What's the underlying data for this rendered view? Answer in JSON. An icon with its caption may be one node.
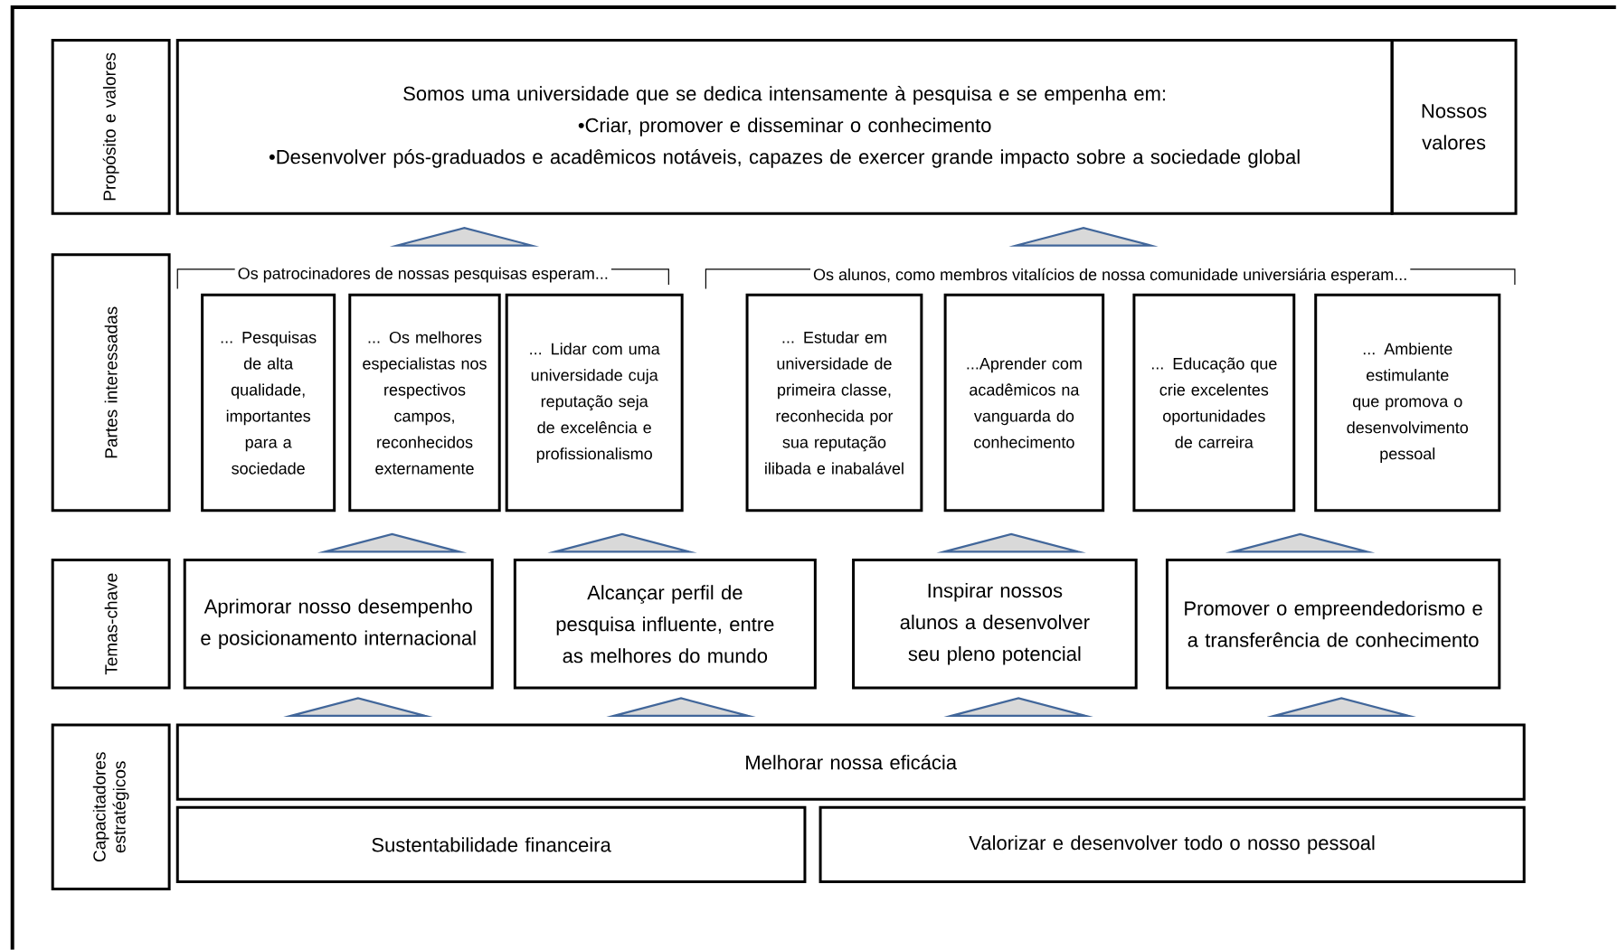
{
  "diagram": {
    "nodes": [
      {
        "text": [
          "Propósito e valores"
        ]
      },
      {
        "text": [
          "Somos uma universidade que se dedica intensamente à pesquisa e se empenha em:",
          "•Criar, promover e disseminar o conhecimento",
          "•Desenvolver pós-graduados e acadêmicos notáveis, capazes de exercer grande impacto sobre a sociedade global"
        ]
      },
      {
        "text": [
          "Nossos valores"
        ]
      },
      {
        "text": [
          "Partes interessadas"
        ]
      },
      {
        "text": [
          "Os patrocinadores de nossas pesquisas esperam..."
        ]
      },
      {
        "text": [
          "... Pesquisas de alta qualidade, importantes para a sociedade"
        ]
      },
      {
        "text": [
          "... Os melhores especialistas nos respectivos campos, reconhecidos externamente"
        ]
      },
      {
        "text": [
          "... Lidar com uma universidade cuja reputação seja de excelência e profissionalismo"
        ]
      },
      {
        "text": [
          "Os alunos, como membros vitalícios de nossa comunidade universiária esperam..."
        ]
      },
      {
        "text": [
          "... Estudar em universidade de primeira classe, reconhecida por sua reputação ilibada e inabalável"
        ]
      },
      {
        "text": [
          "...Aprender com acadêmicos na vanguarda do conhecimento"
        ]
      },
      {
        "text": [
          "... Educação que crie excelentes oportunidades de carreira"
        ]
      },
      {
        "text": [
          "... Ambiente estimulante que promova o desenvolvimento pessoal"
        ]
      },
      {
        "text": [
          "Temas-chave"
        ]
      },
      {
        "text": [
          "Aprimorar nosso desempenho e posicionamento internacional"
        ]
      },
      {
        "text": [
          "Alcançar perfil de pesquisa influente, entre as melhores do mundo"
        ]
      },
      {
        "text": [
          "Inspirar nossos alunos a desenvolver seu pleno potencial"
        ]
      },
      {
        "text": [
          "Promover o empreendedorismo e a transferência de conhecimento"
        ]
      },
      {
        "text": [
          "Capacitadores estratégicos"
        ]
      },
      {
        "text": [
          "Melhorar nossa eficácia"
        ]
      },
      {
        "text": [
          "Sustentabilidade financeira"
        ]
      },
      {
        "text": [
          "Valorizar e desenvolver todo o nosso pessoal"
        ]
      },
      {
        "text": [],
        "shape": "triangle"
      },
      {
        "text": [],
        "shape": "triangle"
      },
      {
        "text": [],
        "shape": "triangle"
      },
      {
        "text": [],
        "shape": "triangle"
      },
      {
        "text": [],
        "shape": "triangle"
      },
      {
        "text": [],
        "shape": "triangle"
      },
      {
        "text": [],
        "shape": "triangle"
      },
      {
        "text": [],
        "shape": "triangle"
      },
      {
        "text": [],
        "shape": "triangle"
      },
      {
        "text": [],
        "shape": "triangle"
      }
    ]
  }
}
